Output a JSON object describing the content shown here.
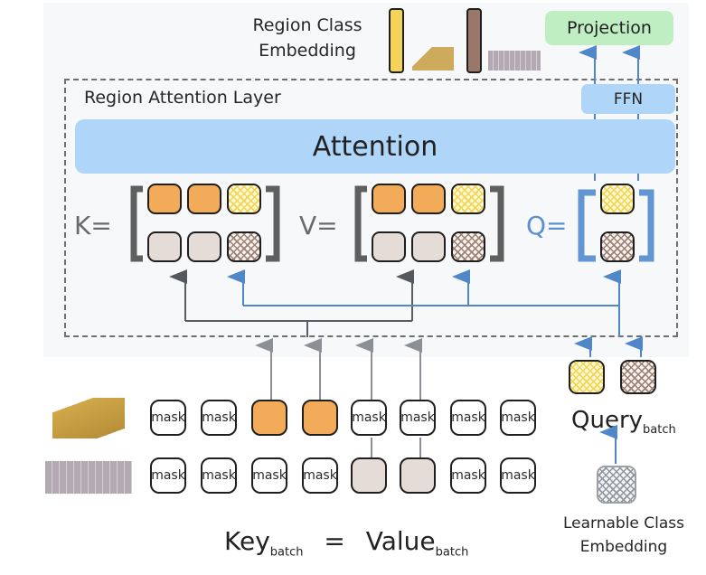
{
  "top": {
    "region_class_embedding_label_line1": "Region Class",
    "region_class_embedding_label_line2": "Embedding",
    "projection_label": "Projection"
  },
  "layer": {
    "title": "Region Attention Layer",
    "attention_label": "Attention",
    "ffn_label": "FFN",
    "k_label": "K=",
    "v_label": "V=",
    "q_label": "Q=",
    "k_matrix": [
      [
        "orange",
        "orange",
        "hatch-yellow"
      ],
      [
        "beige",
        "beige",
        "hatch-brown"
      ]
    ],
    "v_matrix": [
      [
        "orange",
        "orange",
        "hatch-yellow"
      ],
      [
        "beige",
        "beige",
        "hatch-brown"
      ]
    ],
    "q_matrix": [
      [
        "hatch-yellow"
      ],
      [
        "hatch-brown"
      ]
    ]
  },
  "batch": {
    "row1": [
      "mask",
      "mask",
      "",
      "",
      "mask",
      "mask",
      "mask",
      "mask"
    ],
    "row1_fill": [
      "white",
      "white",
      "orange",
      "orange",
      "white",
      "white",
      "white",
      "white"
    ],
    "row2": [
      "mask",
      "mask",
      "mask",
      "mask",
      "",
      "",
      "mask",
      "mask"
    ],
    "row2_fill": [
      "white",
      "white",
      "white",
      "white",
      "beige",
      "beige",
      "white",
      "white"
    ],
    "key_label": "Key",
    "key_sub": "batch",
    "equals": "=",
    "value_label": "Value",
    "value_sub": "batch"
  },
  "query": {
    "label": "Query",
    "sub": "batch",
    "learnable_line1": "Learnable Class",
    "learnable_line2": "Embedding"
  },
  "colors": {
    "orange": "#f2ab59",
    "beige": "#e5dcd8",
    "attention_blue": "#afd5f8",
    "projection_green": "#bfeec2",
    "arrow_blue": "#4f87c9",
    "arrow_gray": "#5a5d62",
    "panel_bg": "#f7f8fa"
  }
}
